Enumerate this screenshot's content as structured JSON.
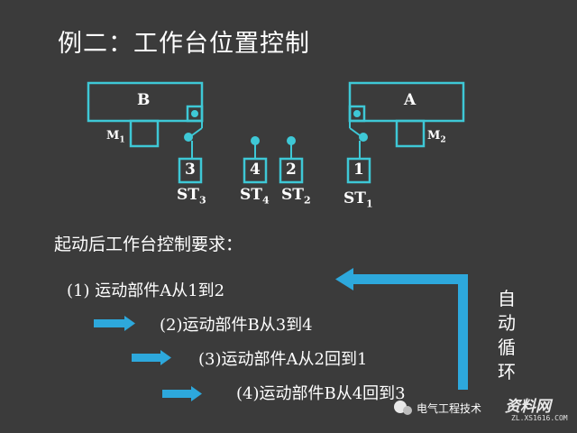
{
  "title": "例二：工作台位置控制",
  "tables": {
    "left": "B",
    "right": "A"
  },
  "motors": {
    "left": "M",
    "left_sub": "1",
    "right": "M",
    "right_sub": "2"
  },
  "switches": [
    {
      "num": "3",
      "label": "ST",
      "sub": "3"
    },
    {
      "num": "4",
      "label": "ST",
      "sub": "4"
    },
    {
      "num": "2",
      "label": "ST",
      "sub": "2"
    },
    {
      "num": "1",
      "label": "ST",
      "sub": "1"
    }
  ],
  "requirement_title": "起动后工作台控制要求：",
  "steps": [
    "(1) 运动部件A从1到2",
    "(2)运动部件B从3到4",
    "(3)运动部件A从2回到1",
    "(4)运动部件B从4回到3"
  ],
  "loop_label": [
    "自",
    "动",
    "循",
    "环"
  ],
  "watermark": {
    "text": "电气工程技术",
    "logo": "资料网",
    "url": "ZL.XS1616.COM"
  },
  "colors": {
    "background": "#3b3b3b",
    "cyan": "#3ec8d6",
    "arrow": "#2da8dc",
    "text": "#ffffff"
  }
}
